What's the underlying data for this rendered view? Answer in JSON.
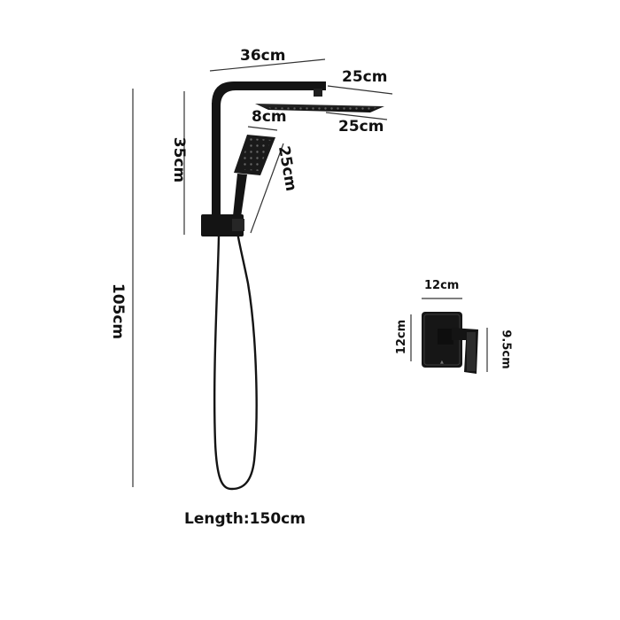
{
  "dimensions": {
    "arm_length": "36cm",
    "rain_head_side_a": "25cm",
    "rain_head_side_b": "25cm",
    "hand_shower_width": "8cm",
    "hand_shower_length": "25cm",
    "riser_height": "35cm",
    "total_height": "105cm",
    "mixer_width": "12cm",
    "mixer_height": "12cm",
    "mixer_depth": "9.5cm"
  },
  "hose_length": "Length:150cm",
  "colors": {
    "fixture": "#141414",
    "dimension_line": "#333333",
    "background": "#ffffff"
  }
}
